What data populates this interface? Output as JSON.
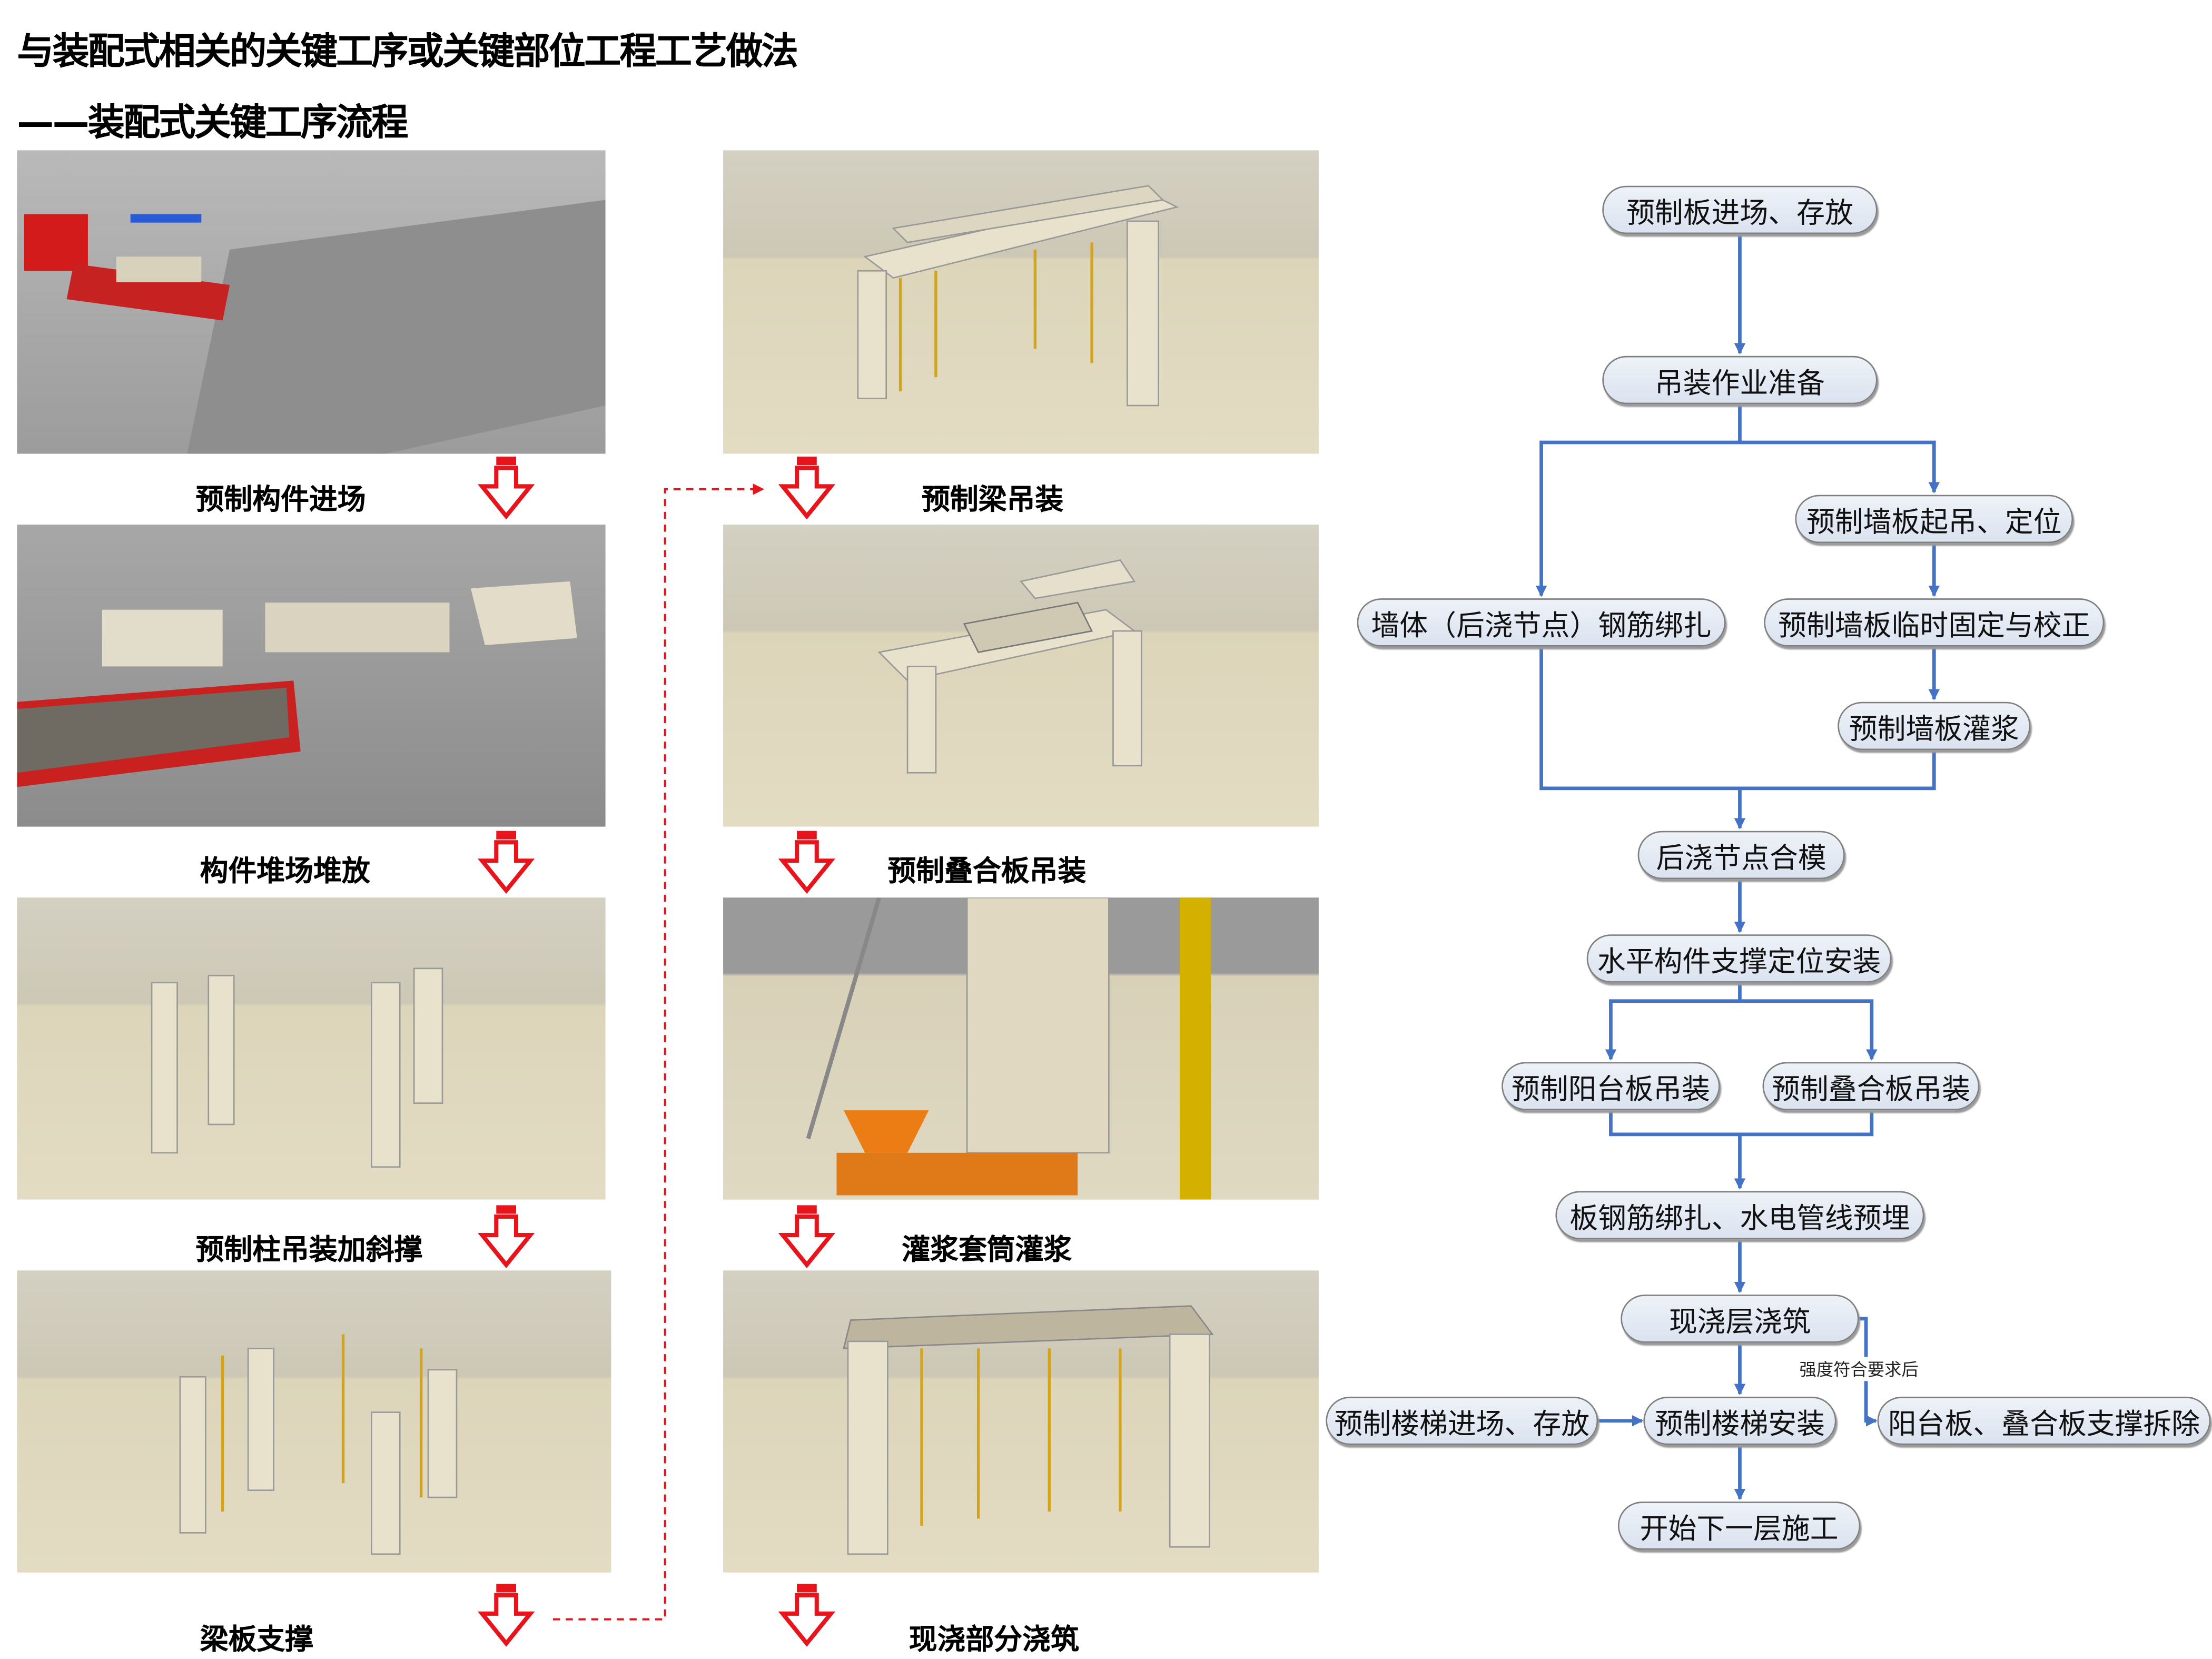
{
  "header": {
    "title": "与装配式相关的关键工序或关键部位工程工艺做法",
    "subtitle": "——装配式关键工序流程"
  },
  "steps": {
    "left": [
      "预制构件进场",
      "构件堆场堆放",
      "预制柱吊装加斜撑",
      "梁板支撑"
    ],
    "middle": [
      "预制梁吊装",
      "预制叠合板吊装",
      "灌浆套筒灌浆",
      "现浇部分浇筑"
    ]
  },
  "flow": {
    "nodes": [
      "预制板进场、存放",
      "吊装作业准备",
      "预制墙板起吊、定位",
      "墙体（后浇节点）钢筋绑扎",
      "预制墙板临时固定与校正",
      "预制墙板灌浆",
      "后浇节点合模",
      "水平构件支撑定位安装",
      "预制阳台板吊装",
      "预制叠合板吊装",
      "板钢筋绑扎、水电管线预埋",
      "现浇层浇筑",
      "预制楼梯进场、存放",
      "预制楼梯安装",
      "阳台板、叠合板支撑拆除",
      "开始下一层施工"
    ],
    "condition_label": "强度符合要求后"
  },
  "colors": {
    "connector": "#4472c4",
    "step_arrow": "#e8141b",
    "node_fill": "#e3e9f3"
  }
}
